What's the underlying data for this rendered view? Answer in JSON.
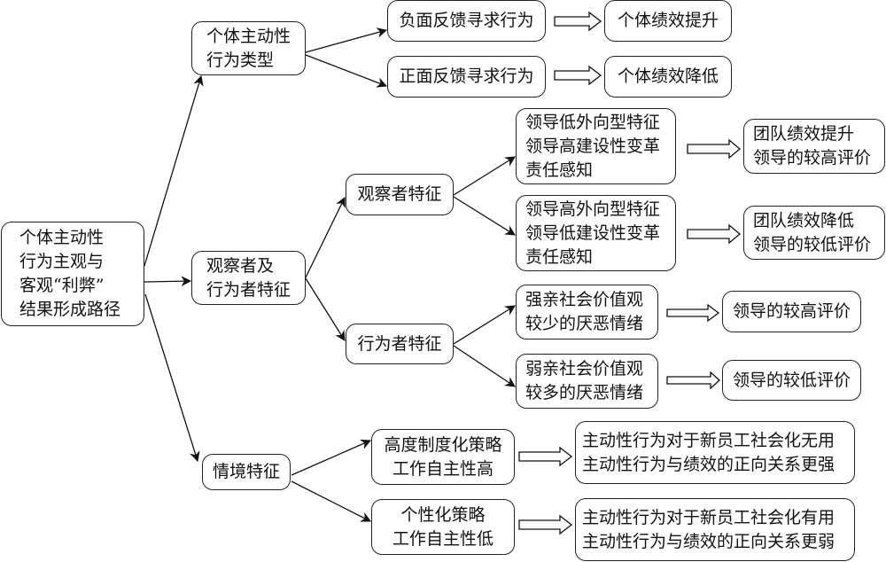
{
  "diagram": {
    "root": "个体主动性\n行为主观与\n客观“利弊”\n结果形成路径",
    "level1": {
      "behavior_type": "个体主动性\n行为类型",
      "observer_actor": "观察者及\n行为者特征",
      "situation": "情境特征"
    },
    "behavior_type_branch": {
      "negative_feedback": "负面反馈寻求行为",
      "positive_feedback": "正面反馈寻求行为",
      "negative_outcome": "个体绩效提升",
      "positive_outcome": "个体绩效降低"
    },
    "observer_branch": {
      "label": "观察者特征",
      "low_extraversion": "领导低外向型特征\n领导高建设性变革\n责任感知",
      "high_extraversion": "领导高外向型特征\n领导低建设性变革\n责任感知",
      "low_extraversion_outcome": "团队绩效提升\n领导的较高评价",
      "high_extraversion_outcome": "团队绩效降低\n领导的较低评价"
    },
    "actor_branch": {
      "label": "行为者特征",
      "strong_prosocial": "强亲社会价值观\n较少的厌恶情绪",
      "weak_prosocial": "弱亲社会价值观\n较多的厌恶情绪",
      "strong_outcome": "领导的较高评价",
      "weak_outcome": "领导的较低评价"
    },
    "situation_branch": {
      "institutionalized": "高度制度化策略\n工作自主性高",
      "individualized": "个性化策略\n工作自主性低",
      "institutionalized_outcome": "主动性行为对于新员工社会化无用\n主动性行为与绩效的正向关系更强",
      "individualized_outcome": "主动性行为对于新员工社会化有用\n主动性行为与绩效的正向关系更弱"
    }
  }
}
